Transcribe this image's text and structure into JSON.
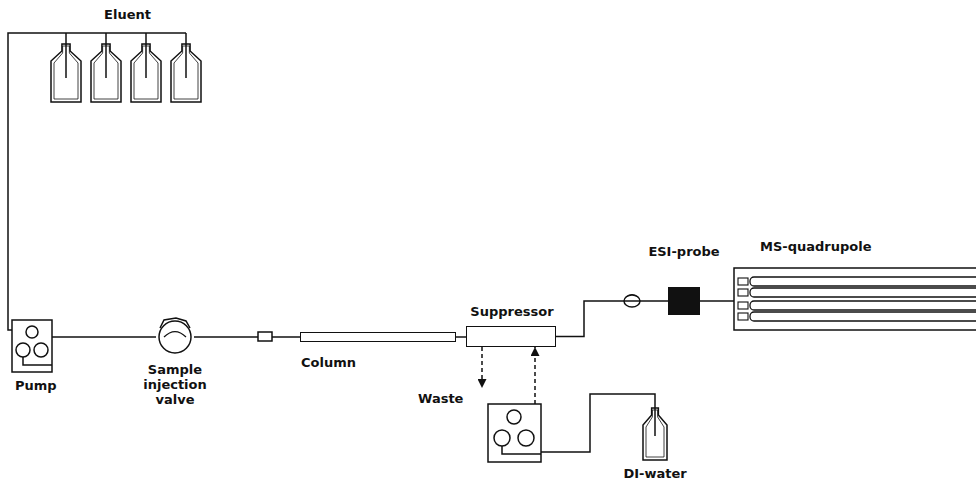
{
  "diagram": {
    "nodes": [
      {
        "text": [
          "Eluent"
        ]
      },
      {
        "text": [
          "Pump"
        ]
      },
      {
        "text": [
          "Sample injection valve"
        ]
      },
      {
        "text": [
          "Column"
        ]
      },
      {
        "text": [
          "Suppressor"
        ]
      },
      {
        "text": [
          "ESI-probe"
        ]
      },
      {
        "text": [
          "MS-quadrupole"
        ]
      },
      {
        "text": [
          "DI-water"
        ]
      }
    ],
    "edges": [
      {
        "from": 0,
        "to": 1,
        "arrow": "none"
      },
      {
        "from": 1,
        "to": 2,
        "arrow": "none"
      },
      {
        "from": 2,
        "to": 3,
        "arrow": "none"
      },
      {
        "from": 3,
        "to": 4,
        "arrow": "none"
      },
      {
        "from": 4,
        "to": 5,
        "arrow": "none"
      },
      {
        "from": 5,
        "to": 6,
        "arrow": "none"
      },
      {
        "from": 7,
        "to": 4,
        "arrow": "to"
      }
    ],
    "labels": [
      "Waste"
    ]
  }
}
